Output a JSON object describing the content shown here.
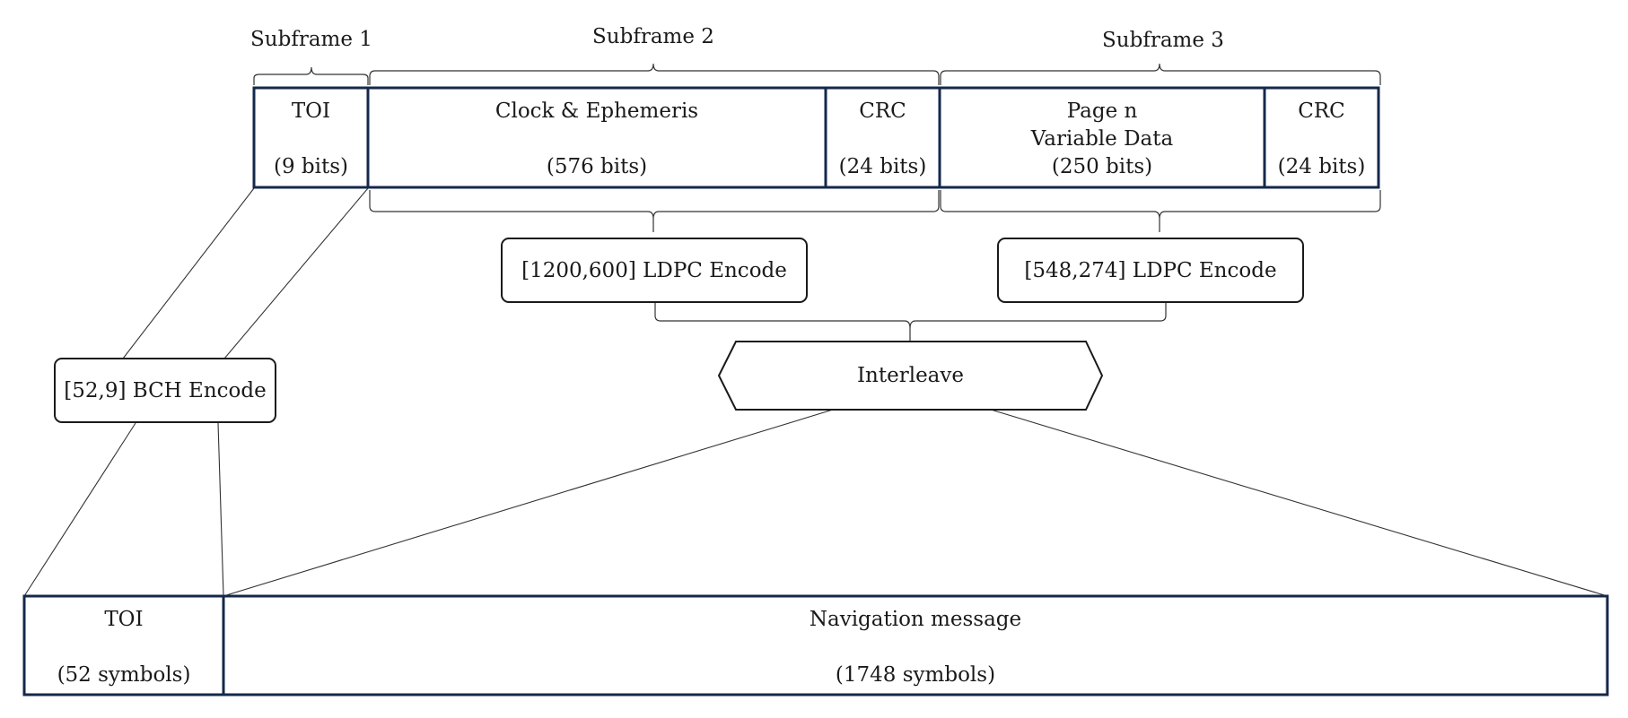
{
  "subframe_labels": {
    "sf1": "Subframe 1",
    "sf2": "Subframe 2",
    "sf3": "Subframe 3"
  },
  "top_fields": {
    "toi": {
      "name": "TOI",
      "bits": "(9 bits)"
    },
    "clock": {
      "name": "Clock & Ephemeris",
      "bits": "(576 bits)"
    },
    "crc1": {
      "name": "CRC",
      "bits": "(24 bits)"
    },
    "page": {
      "name": "Page n",
      "name2": "Variable Data",
      "bits": "(250 bits)"
    },
    "crc2": {
      "name": "CRC",
      "bits": "(24 bits)"
    }
  },
  "encoders": {
    "ldpc1": "[1200,600] LDPC Encode",
    "ldpc2": "[548,274] LDPC Encode",
    "bch": "[52,9] BCH Encode",
    "interleave": "Interleave"
  },
  "bottom_fields": {
    "toi": {
      "name": "TOI",
      "size": "(52 symbols)"
    },
    "nav": {
      "name": "Navigation message",
      "size": "(1748 symbols)"
    }
  },
  "colors": {
    "frame_border": "#14284b",
    "line": "#333333"
  }
}
